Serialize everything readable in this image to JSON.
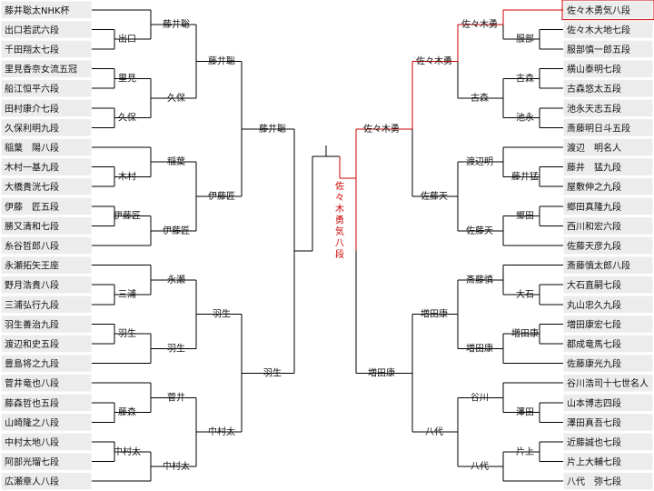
{
  "colors": {
    "line": "#000000",
    "winner": "#cc0000",
    "box": "#ececec"
  },
  "left": {
    "players": [
      "藤井聡太NHK杯",
      "出口若武六段",
      "千田翔太七段",
      "里見香奈女流五冠",
      "船江恒平六段",
      "田村康介七段",
      "久保利明九段",
      "稲葉　陽八段",
      "木村一基九段",
      "大橋貴洸七段",
      "伊藤　匠五段",
      "勝又清和七段",
      "糸谷哲郎八段",
      "永瀬拓矢王座",
      "野月浩貴八段",
      "三浦弘行九段",
      "羽生善治九段",
      "渡辺和史五段",
      "豊島将之九段",
      "菅井竜也八段",
      "藤森哲也五段",
      "山崎隆之八段",
      "中村太地八段",
      "阿部光瑠七段",
      "広瀬章人八段"
    ],
    "r1": [
      {
        "id": "L1a",
        "label": "出口"
      },
      {
        "id": "L1b",
        "label": "里見"
      },
      {
        "id": "L1c",
        "label": "久保"
      },
      {
        "id": "L1d",
        "label": "木村"
      },
      {
        "id": "L1e",
        "label": "伊藤匠"
      },
      {
        "id": "L1f",
        "label": "三浦"
      },
      {
        "id": "L1g",
        "label": "羽生"
      },
      {
        "id": "L1h",
        "label": "藤森"
      },
      {
        "id": "L1i",
        "label": "中村太"
      }
    ],
    "r2": [
      {
        "id": "L2a",
        "label": "藤井聡"
      },
      {
        "id": "L2b",
        "label": "久保"
      },
      {
        "id": "L2c",
        "label": "稲葉"
      },
      {
        "id": "L2d",
        "label": "伊藤匠"
      },
      {
        "id": "L2e",
        "label": "永瀬"
      },
      {
        "id": "L2f",
        "label": "羽生"
      },
      {
        "id": "L2g",
        "label": "菅井"
      },
      {
        "id": "L2h",
        "label": "中村太"
      }
    ],
    "r3": [
      {
        "id": "L3a",
        "label": "藤井聡"
      },
      {
        "id": "L3b",
        "label": "伊藤匠"
      },
      {
        "id": "L3c",
        "label": "羽生"
      },
      {
        "id": "L3d",
        "label": "中村太"
      }
    ],
    "r4": [
      {
        "id": "L4a",
        "label": "藤井聡"
      },
      {
        "id": "L4b",
        "label": "羽生"
      }
    ]
  },
  "right": {
    "players": [
      "佐々木勇気八段",
      "佐々木大地七段",
      "服部慎一郎五段",
      "横山泰明七段",
      "古森悠太五段",
      "池永天志五段",
      "斎藤明日斗五段",
      "渡辺　明名人",
      "藤井　猛九段",
      "屋敷伸之九段",
      "郷田真隆九段",
      "西川和宏六段",
      "佐藤天彦九段",
      "斎藤慎太郎八段",
      "大石直嗣七段",
      "丸山忠久九段",
      "増田康宏七段",
      "都成竜馬七段",
      "佐藤康光九段",
      "谷川浩司十七世名人",
      "山本博志四段",
      "澤田真吾七段",
      "近藤誠也七段",
      "片上大輔七段",
      "八代　弥七段"
    ],
    "r1": [
      {
        "id": "R1a",
        "label": "服部"
      },
      {
        "id": "R1b",
        "label": "古森"
      },
      {
        "id": "R1c",
        "label": "池永"
      },
      {
        "id": "R1d",
        "label": "藤井猛"
      },
      {
        "id": "R1e",
        "label": "郷田"
      },
      {
        "id": "R1f",
        "label": "大石"
      },
      {
        "id": "R1g",
        "label": "増田康"
      },
      {
        "id": "R1h",
        "label": "澤田"
      },
      {
        "id": "R1i",
        "label": "片上"
      }
    ],
    "r2": [
      {
        "id": "R2a",
        "label": "佐々木勇"
      },
      {
        "id": "R2b",
        "label": "古森"
      },
      {
        "id": "R2c",
        "label": "渡辺明"
      },
      {
        "id": "R2d",
        "label": "佐藤天"
      },
      {
        "id": "R2e",
        "label": "斎藤慎"
      },
      {
        "id": "R2f",
        "label": "増田康"
      },
      {
        "id": "R2g",
        "label": "谷川"
      },
      {
        "id": "R2h",
        "label": "八代"
      }
    ],
    "r3": [
      {
        "id": "R3a",
        "label": "佐々木勇"
      },
      {
        "id": "R3b",
        "label": "佐藤天"
      },
      {
        "id": "R3c",
        "label": "増田康"
      },
      {
        "id": "R3d",
        "label": "八代"
      }
    ],
    "r4": [
      {
        "id": "R4a",
        "label": "佐々木勇"
      },
      {
        "id": "R4b",
        "label": "増田康"
      }
    ]
  },
  "champion": "佐々木勇気八段"
}
